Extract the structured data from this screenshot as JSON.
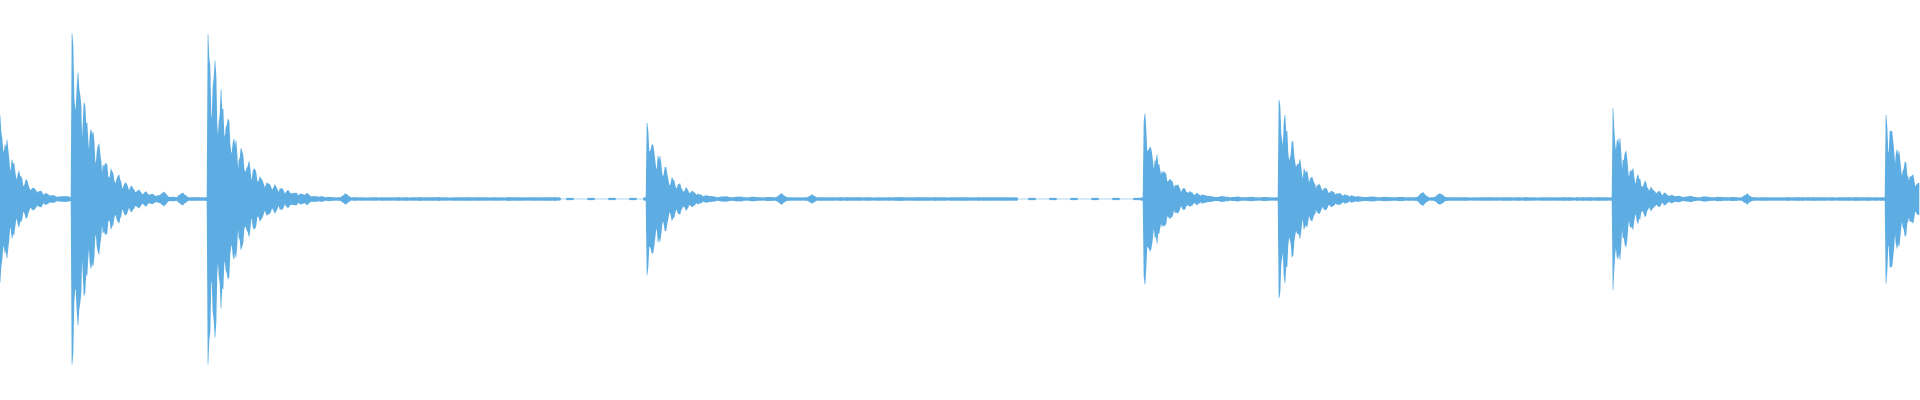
{
  "waveform": {
    "color": "#5dade2",
    "background": "#ffffff",
    "transients": [
      {
        "t": 0.0,
        "peak": 0.2,
        "decay": 0.009
      },
      {
        "t": 0.0375,
        "peak": 0.4,
        "decay": 0.012
      },
      {
        "t": 0.1083,
        "peak": 0.4,
        "decay": 0.014
      },
      {
        "t": 0.3365,
        "peak": 0.2,
        "decay": 0.01
      },
      {
        "t": 0.5958,
        "peak": 0.21,
        "decay": 0.01
      },
      {
        "t": 0.6661,
        "peak": 0.25,
        "decay": 0.011
      },
      {
        "t": 0.8396,
        "peak": 0.22,
        "decay": 0.01
      },
      {
        "t": 0.9818,
        "peak": 0.24,
        "decay": 0.01
      }
    ],
    "dropouts": [
      {
        "from": 0.292,
        "to": 0.335
      },
      {
        "from": 0.53,
        "to": 0.594
      }
    ],
    "lumps": [
      {
        "t": 0.07,
        "amp": 0.02
      },
      {
        "t": 0.085,
        "amp": 0.018
      },
      {
        "t": 0.095,
        "amp": 0.015
      },
      {
        "t": 0.141,
        "amp": 0.015
      },
      {
        "t": 0.16,
        "amp": 0.014
      },
      {
        "t": 0.18,
        "amp": 0.012
      },
      {
        "t": 0.407,
        "amp": 0.014
      },
      {
        "t": 0.423,
        "amp": 0.01
      },
      {
        "t": 0.626,
        "amp": 0.01
      },
      {
        "t": 0.741,
        "amp": 0.016
      },
      {
        "t": 0.75,
        "amp": 0.014
      },
      {
        "t": 0.91,
        "amp": 0.012
      }
    ]
  }
}
